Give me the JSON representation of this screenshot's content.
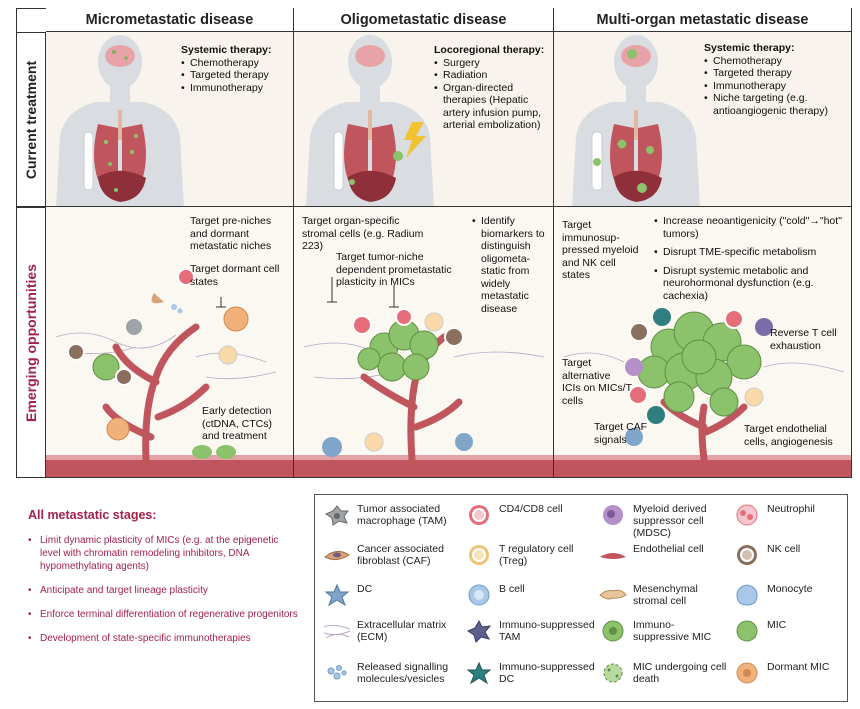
{
  "columns": [
    "Micrometastatic disease",
    "Oligometastatic disease",
    "Multi-organ metastatic disease"
  ],
  "rows": [
    "Current treatment",
    "Emerging opportunities"
  ],
  "current": {
    "micro": {
      "title": "Systemic therapy:",
      "items": [
        "Chemotherapy",
        "Targeted therapy",
        "Immunotherapy"
      ]
    },
    "oligo": {
      "title": "Locoregional therapy:",
      "items": [
        "Surgery",
        "Radiation",
        "Organ-directed therapies (Hepatic artery infusion pump, arterial embolization)"
      ]
    },
    "multi": {
      "title": "Systemic therapy:",
      "items": [
        "Chemotherapy",
        "Targeted therapy",
        "Immunotherapy",
        "Niche targeting (e.g. antioangiogenic therapy)"
      ]
    }
  },
  "emerging": {
    "micro": {
      "a": "Target pre-niches and dormant metastatic niches",
      "b": "Target dormant cell states",
      "c": "Early detection (ctDNA, CTCs) and treatment"
    },
    "oligo": {
      "a": "Target organ-specific stromal cells (e.g. Radium 223)",
      "b": "Target tumor-niche dependent prometastatic plasticity in MICs",
      "c": "Identify biomarkers to distinguish oligometa-static from widely metastatic disease"
    },
    "multi": {
      "bullets": [
        "Increase neoantigenicity (\"cold\"→\"hot\" tumors)",
        "Disrupt TME-specific metabolism",
        "Disrupt systemic metabolic and neurohormonal dysfunction (e.g. cachexia)"
      ],
      "a": "Target immunosup-pressed myeloid and NK cell states",
      "b": "Reverse T cell exhaustion",
      "c": "Target alternative ICIs on MICs/T cells",
      "d": "Target CAF signals",
      "e": "Target endothelial cells, angiogenesis"
    }
  },
  "stages": {
    "title": "All metastatic stages:",
    "items": [
      "Limit dynamic plasticity of MICs (e.g. at the epigenetic level with chromatin remodeling inhibitors, DNA hypomethylating agents)",
      "Anticipate and target lineage plasticity",
      "Enforce terminal differentiation of regenerative progenitors",
      "Development of state-specific immunotherapies"
    ]
  },
  "legend": [
    {
      "label": "Tumor associated macrophage (TAM)",
      "icon": "tam-icon"
    },
    {
      "label": "CD4/CD8 cell",
      "icon": "cd4-cd8-icon"
    },
    {
      "label": "Myeloid derived suppressor cell (MDSC)",
      "icon": "mdsc-icon"
    },
    {
      "label": "Neutrophil",
      "icon": "neutrophil-icon"
    },
    {
      "label": "Cancer associated fibroblast (CAF)",
      "icon": "caf-icon"
    },
    {
      "label": "T regulatory cell (Treg)",
      "icon": "treg-icon"
    },
    {
      "label": "Endothelial cell",
      "icon": "endothelial-icon"
    },
    {
      "label": "NK cell",
      "icon": "nk-icon"
    },
    {
      "label": "DC",
      "icon": "dc-icon"
    },
    {
      "label": "B cell",
      "icon": "b-cell-icon"
    },
    {
      "label": "Mesenchymal stromal cell",
      "icon": "msc-icon"
    },
    {
      "label": "Monocyte",
      "icon": "monocyte-icon"
    },
    {
      "label": "Extracellular matrix (ECM)",
      "icon": "ecm-icon"
    },
    {
      "label": "Immuno-suppressed TAM",
      "icon": "is-tam-icon"
    },
    {
      "label": "Immuno-suppressive MIC",
      "icon": "is-mic-icon"
    },
    {
      "label": "MIC",
      "icon": "mic-icon"
    },
    {
      "label": "Released signalling molecules/vesicles",
      "icon": "vesicles-icon"
    },
    {
      "label": "Immuno-suppressed DC",
      "icon": "is-dc-icon"
    },
    {
      "label": "MIC undergoing cell death",
      "icon": "mic-death-icon"
    },
    {
      "label": "Dormant MIC",
      "icon": "dormant-mic-icon"
    }
  ]
}
